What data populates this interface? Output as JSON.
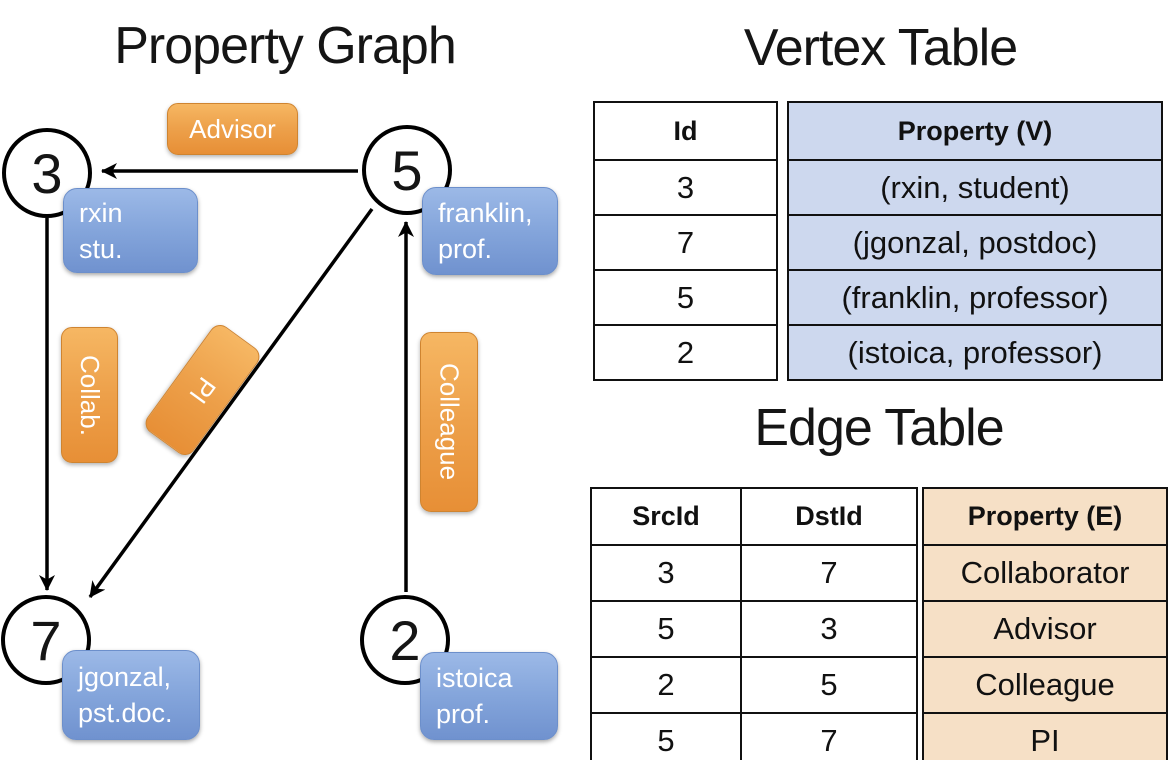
{
  "graph": {
    "title": "Property Graph",
    "nodes": [
      {
        "id": "3",
        "label_line1": "rxin",
        "label_line2": "stu."
      },
      {
        "id": "5",
        "label_line1": "franklin,",
        "label_line2": "prof."
      },
      {
        "id": "7",
        "label_line1": "jgonzal,",
        "label_line2": "pst.doc."
      },
      {
        "id": "2",
        "label_line1": "istoica",
        "label_line2": "prof."
      }
    ],
    "edges": [
      {
        "label": "Advisor",
        "src": "5",
        "dst": "3"
      },
      {
        "label": "Collab.",
        "src": "3",
        "dst": "7"
      },
      {
        "label": "PI",
        "src": "5",
        "dst": "7"
      },
      {
        "label": "Colleague",
        "src": "2",
        "dst": "5"
      }
    ]
  },
  "vertex_table": {
    "title": "Vertex Table",
    "columns": {
      "id": "Id",
      "property": "Property (V)"
    },
    "rows": [
      {
        "id": "3",
        "property": "(rxin, student)"
      },
      {
        "id": "7",
        "property": "(jgonzal, postdoc)"
      },
      {
        "id": "5",
        "property": "(franklin, professor)"
      },
      {
        "id": "2",
        "property": "(istoica, professor)"
      }
    ]
  },
  "edge_table": {
    "title": "Edge Table",
    "columns": {
      "src": "SrcId",
      "dst": "DstId",
      "property": "Property (E)"
    },
    "rows": [
      {
        "src": "3",
        "dst": "7",
        "property": "Collaborator"
      },
      {
        "src": "5",
        "dst": "3",
        "property": "Advisor"
      },
      {
        "src": "2",
        "dst": "5",
        "property": "Colleague"
      },
      {
        "src": "5",
        "dst": "7",
        "property": "PI"
      }
    ]
  },
  "colors": {
    "edge_label_orange": "#eda04a",
    "vertex_label_blue": "#84a5db",
    "vertex_cell_fill": "#cdd8ee",
    "edge_cell_fill": "#f6e0c6",
    "line_black": "#000000"
  }
}
